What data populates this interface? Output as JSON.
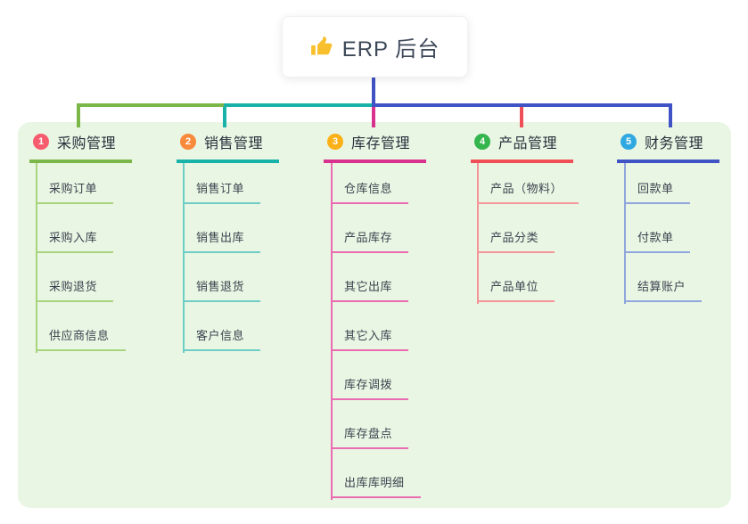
{
  "root": {
    "label": "ERP 后台",
    "icon": "thumbs-up",
    "icon_color": "#f8c02c"
  },
  "panel": {
    "background": "#e9f6e3"
  },
  "branches": [
    {
      "slug": "purchase",
      "badge": "1",
      "label": "采购管理",
      "color": "#7ab648",
      "light_color": "#a9d47e",
      "badge_color": "#f75c6e",
      "children": [
        "采购订单",
        "采购入库",
        "采购退货",
        "供应商信息"
      ]
    },
    {
      "slug": "sales",
      "badge": "2",
      "label": "销售管理",
      "color": "#18b2a8",
      "light_color": "#6fcdc6",
      "badge_color": "#f98a3c",
      "children": [
        "销售订单",
        "销售出库",
        "销售退货",
        "客户信息"
      ]
    },
    {
      "slug": "inventory",
      "badge": "3",
      "label": "库存管理",
      "color": "#d9318e",
      "light_color": "#ea6cb2",
      "badge_color": "#fbb017",
      "children": [
        "仓库信息",
        "产品库存",
        "其它出库",
        "其它入库",
        "库存调拨",
        "库存盘点",
        "出库库明细"
      ]
    },
    {
      "slug": "product",
      "badge": "4",
      "label": "产品管理",
      "color": "#f14f57",
      "light_color": "#f5959a",
      "badge_color": "#35b54e",
      "children": [
        "产品（物料）",
        "产品分类",
        "产品单位"
      ]
    },
    {
      "slug": "finance",
      "badge": "5",
      "label": "财务管理",
      "color": "#4053c4",
      "light_color": "#90a6dc",
      "badge_color": "#2fa8e1",
      "children": [
        "回款单",
        "付款单",
        "结算账户"
      ]
    }
  ]
}
